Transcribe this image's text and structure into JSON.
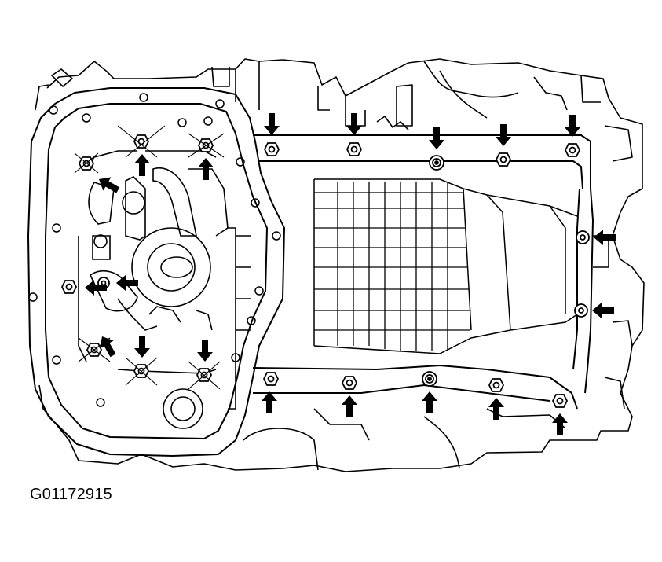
{
  "figure": {
    "code": "G01172915",
    "ink_color": "#000000",
    "background_color": "#ffffff",
    "arrow_count": 20,
    "bolt_count": 20
  }
}
